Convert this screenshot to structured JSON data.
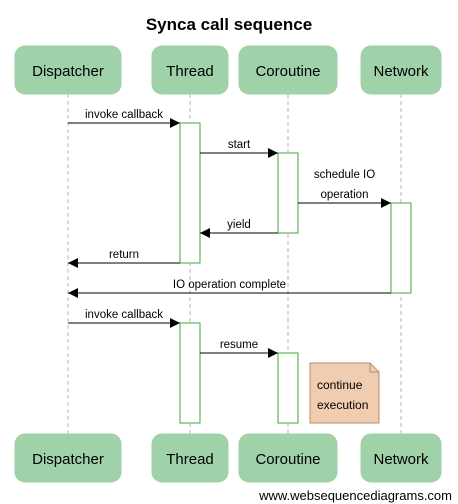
{
  "title": "Synca call sequence",
  "footer": "www.websequencediagrams.com",
  "colors": {
    "participant_fill": "#9fd2a8",
    "activation_stroke": "#3faa3f",
    "note_fill": "#f0cdb0",
    "note_stroke": "#b98d6a"
  },
  "participants": [
    {
      "id": "dispatcher",
      "label": "Dispatcher"
    },
    {
      "id": "thread",
      "label": "Thread"
    },
    {
      "id": "coroutine",
      "label": "Coroutine"
    },
    {
      "id": "network",
      "label": "Network"
    }
  ],
  "messages": [
    {
      "from": "dispatcher",
      "to": "thread",
      "label": [
        "invoke callback"
      ]
    },
    {
      "from": "thread",
      "to": "coroutine",
      "label": [
        "start"
      ]
    },
    {
      "from": "coroutine",
      "to": "network",
      "label": [
        "schedule IO",
        "operation"
      ]
    },
    {
      "from": "coroutine",
      "to": "thread",
      "label": [
        "yield"
      ]
    },
    {
      "from": "thread",
      "to": "dispatcher",
      "label": [
        "return"
      ]
    },
    {
      "from": "network",
      "to": "dispatcher",
      "label": [
        "IO operation complete"
      ]
    },
    {
      "from": "dispatcher",
      "to": "thread",
      "label": [
        "invoke callback"
      ]
    },
    {
      "from": "thread",
      "to": "coroutine",
      "label": [
        "resume"
      ]
    }
  ],
  "note": {
    "lines": [
      "continue",
      "execution"
    ]
  }
}
